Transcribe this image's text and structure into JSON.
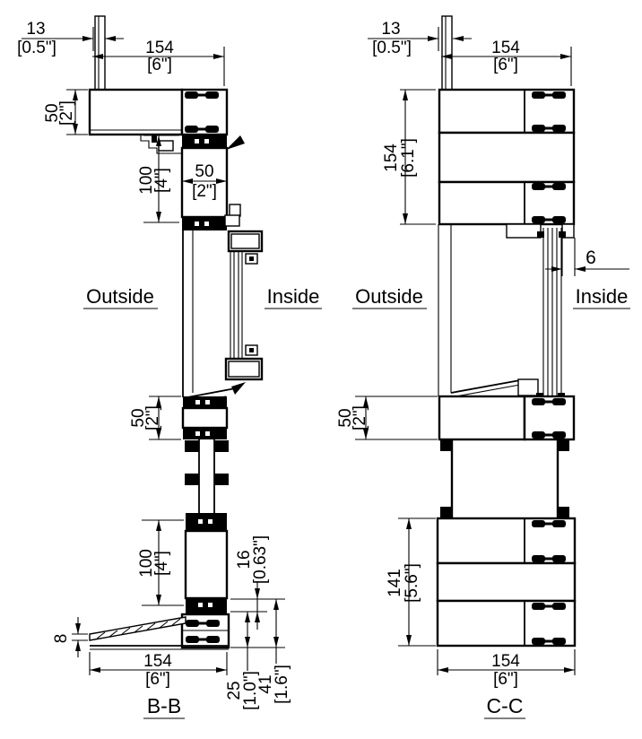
{
  "drawing": {
    "sections": {
      "bb": {
        "name": "B-B"
      },
      "cc": {
        "name": "C-C"
      }
    },
    "labels": {
      "outside": "Outside",
      "inside": "Inside"
    },
    "dims": {
      "d13": {
        "mm": "13",
        "inch": "[0.5\"]"
      },
      "d154_6": {
        "mm": "154",
        "inch": "[6\"]"
      },
      "d154_61": {
        "mm": "154",
        "inch": "[6.1\"]"
      },
      "d141": {
        "mm": "141",
        "inch": "[5.6\"]"
      },
      "d100": {
        "mm": "100",
        "inch": "[4\"]"
      },
      "d50": {
        "mm": "50",
        "inch": "[2\"]"
      },
      "d16": {
        "mm": "16",
        "inch": "[0.63\"]"
      },
      "d25": {
        "mm": "25",
        "inch": "[1.0\"]"
      },
      "d41": {
        "mm": "41",
        "inch": "[1.6\"]"
      },
      "d8": {
        "mm": "8"
      },
      "d6": {
        "mm": "6"
      }
    },
    "colors": {
      "line": "#000000",
      "background": "#ffffff"
    }
  }
}
